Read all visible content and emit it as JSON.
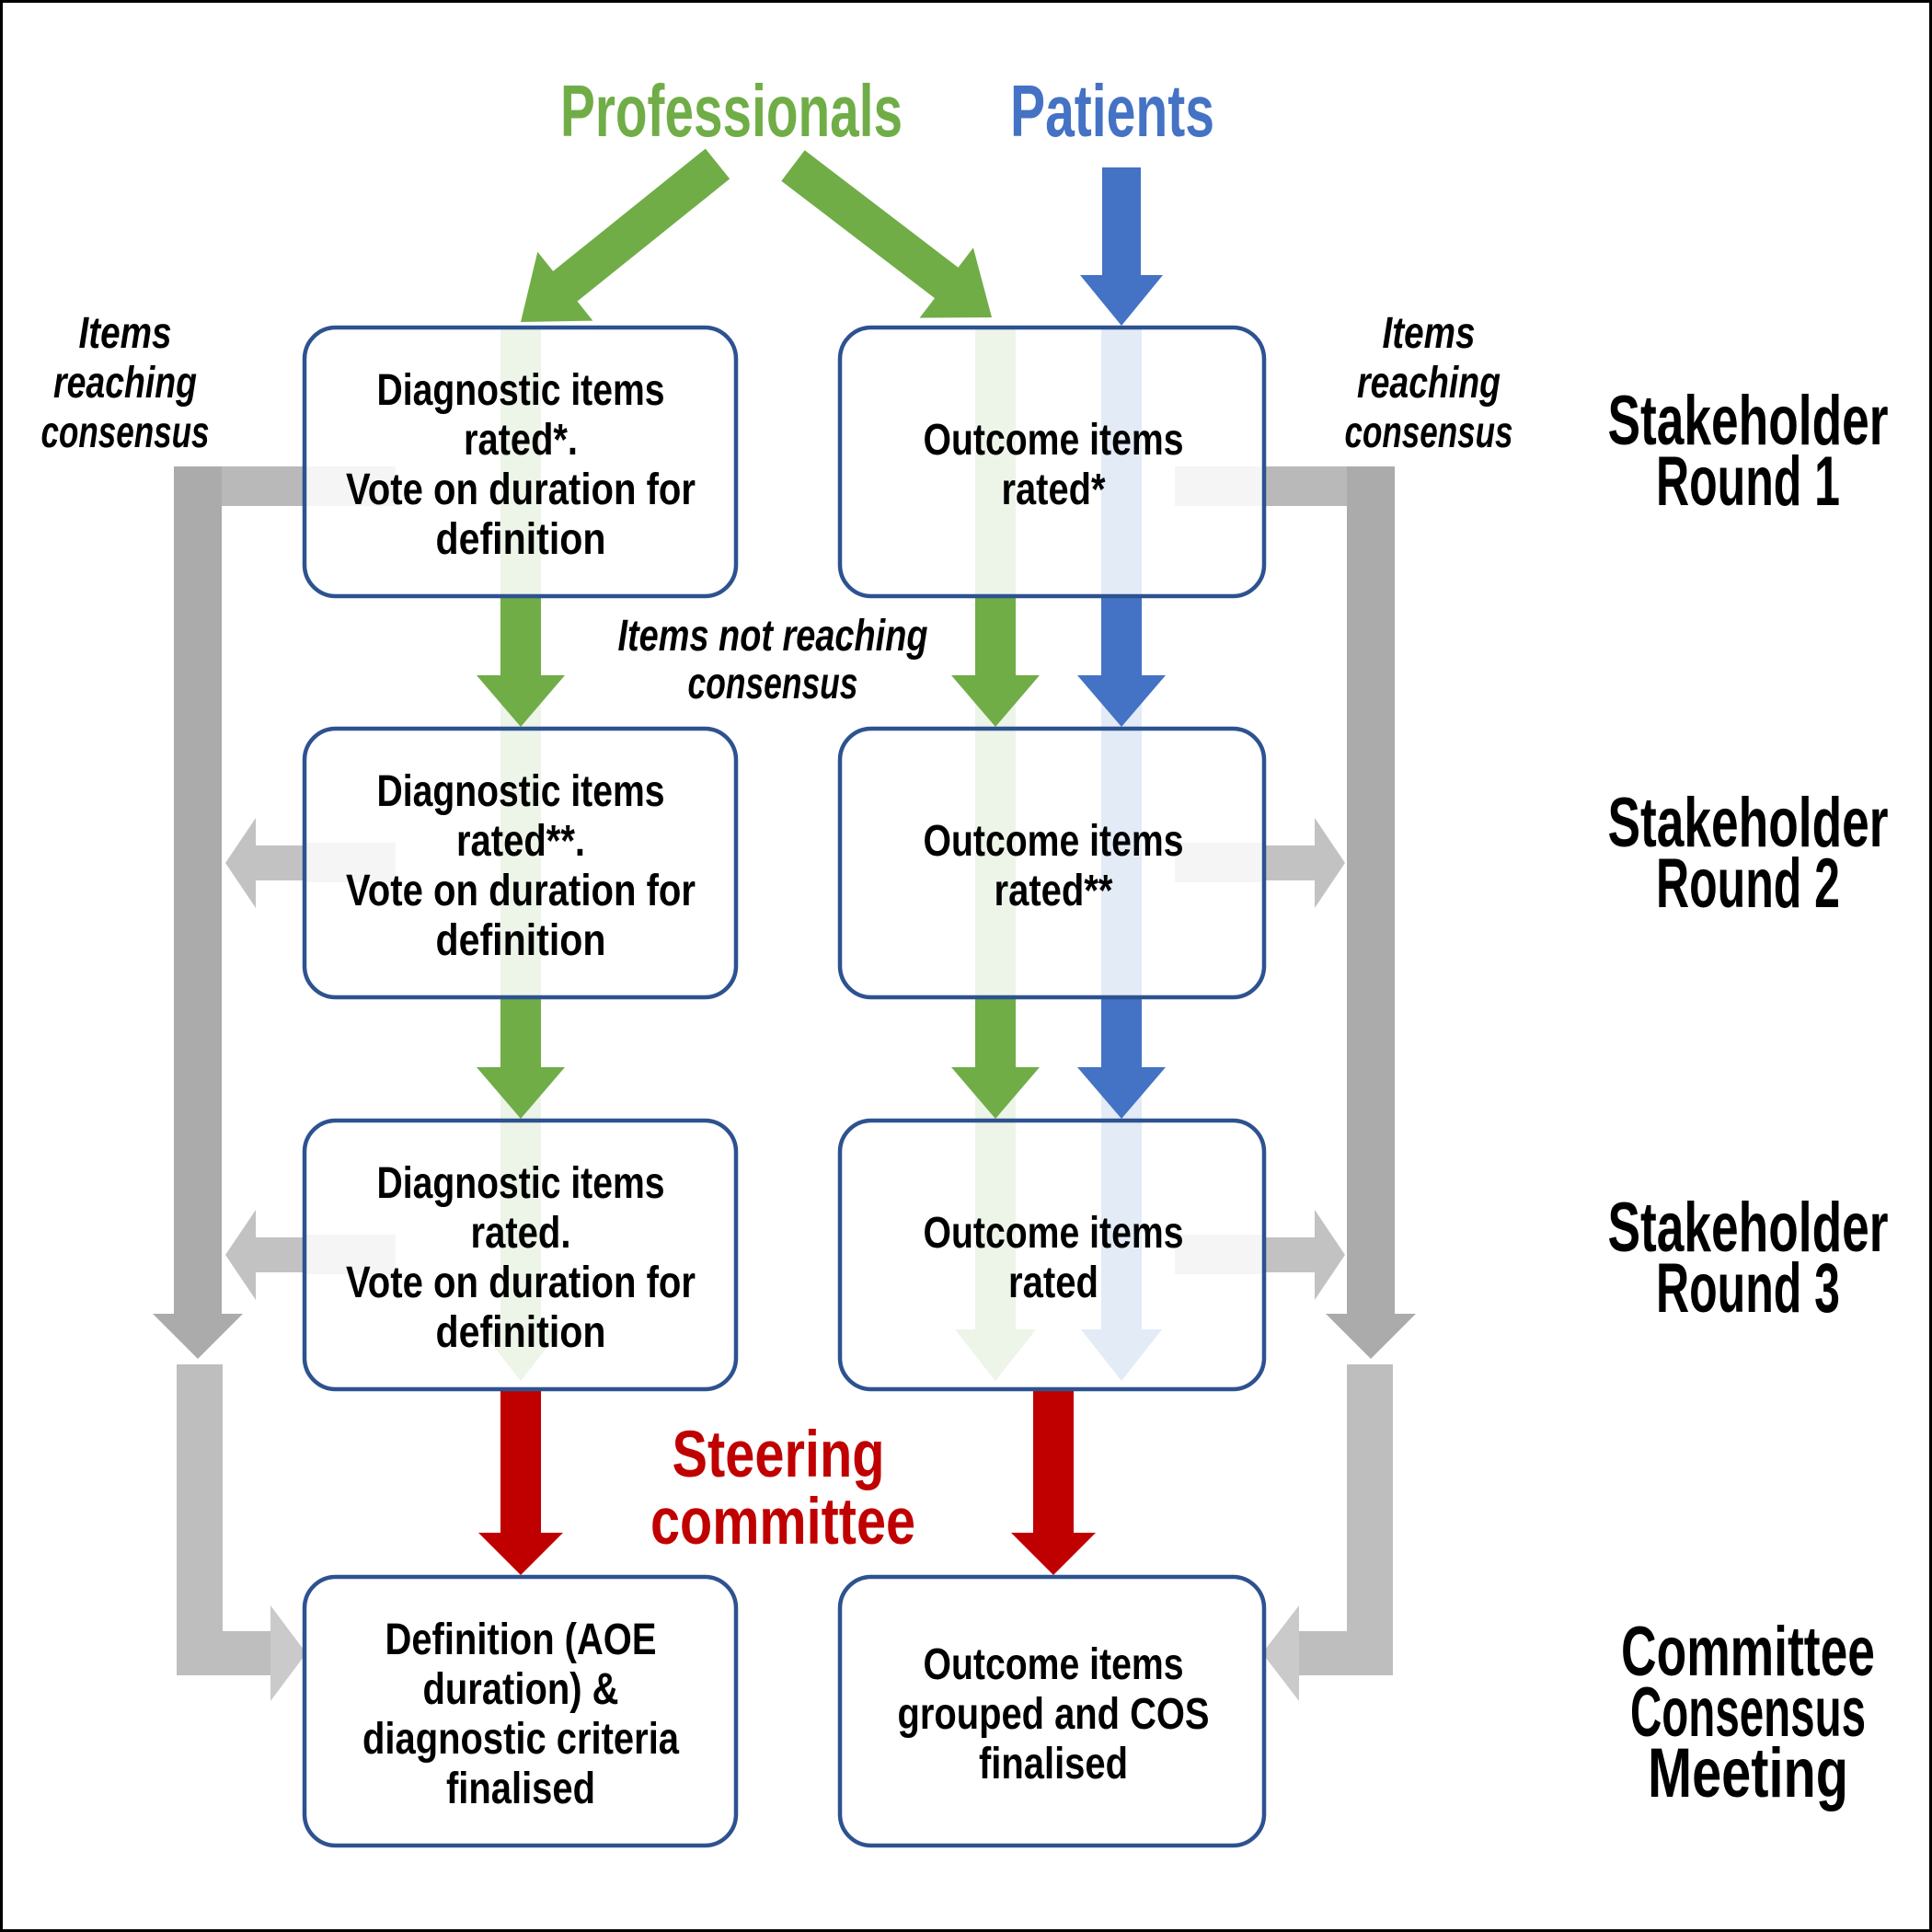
{
  "titles": {
    "professionals": "Professionals",
    "patients": "Patients"
  },
  "side_labels": [
    {
      "lines": [
        "Stakeholder",
        "Round 1"
      ]
    },
    {
      "lines": [
        "Stakeholder",
        "Round 2"
      ]
    },
    {
      "lines": [
        "Stakeholder",
        "Round 3"
      ]
    },
    {
      "lines": [
        "Committee",
        "Consensus",
        "Meeting"
      ]
    }
  ],
  "diagnostic_boxes": [
    {
      "lines": [
        "Diagnostic items",
        "rated*.",
        "Vote on duration for",
        "definition"
      ]
    },
    {
      "lines": [
        "Diagnostic items",
        "rated**.",
        "Vote on duration for",
        "definition"
      ]
    },
    {
      "lines": [
        "Diagnostic items",
        "rated.",
        "Vote on duration for",
        "definition"
      ]
    },
    {
      "lines": [
        "Definition (AOE",
        "duration) &",
        "diagnostic criteria",
        "finalised"
      ]
    }
  ],
  "outcome_boxes": [
    {
      "lines": [
        "Outcome items",
        "rated*"
      ]
    },
    {
      "lines": [
        "Outcome items",
        "rated**"
      ]
    },
    {
      "lines": [
        "Outcome items",
        "rated"
      ]
    },
    {
      "lines": [
        "Outcome items",
        "grouped and COS",
        "finalised"
      ]
    }
  ],
  "annotations": {
    "left_consensus": {
      "lines": [
        "Items",
        "reaching",
        "consensus"
      ]
    },
    "right_consensus": {
      "lines": [
        "Items",
        "reaching",
        "consensus"
      ]
    },
    "not_reaching": {
      "lines": [
        "Items not reaching",
        "consensus"
      ]
    },
    "steering_committee": {
      "lines": [
        "Steering",
        "committee"
      ]
    }
  },
  "colors": {
    "professionals_green": "#70AD47",
    "patients_blue": "#4472C4",
    "steering_red": "#C00000",
    "box_border": "#2D5290",
    "consensus_gray": "#ABABAB",
    "text": "#000000"
  }
}
